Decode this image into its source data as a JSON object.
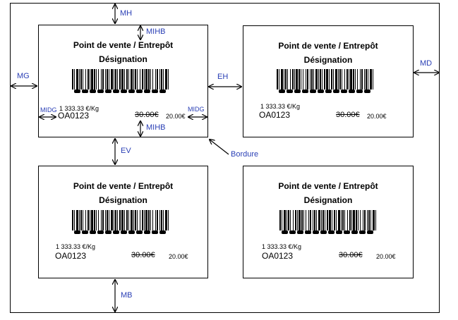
{
  "label": {
    "title": "Point de vente / Entrepôt",
    "designation": "Désignation",
    "price_per_kg": "1 333.33 €/Kg",
    "reference": "OA0123",
    "old_price": "30.00€",
    "new_price": "20.00€"
  },
  "annotations": {
    "mh": "MH",
    "mihb": "MIHB",
    "mg": "MG",
    "eh": "EH",
    "md": "MD",
    "midg": "MIDG",
    "ev": "EV",
    "mb": "MB",
    "bordure": "Bordure"
  },
  "colors": {
    "annotation": "#2a3fb5",
    "line": "#000000"
  }
}
